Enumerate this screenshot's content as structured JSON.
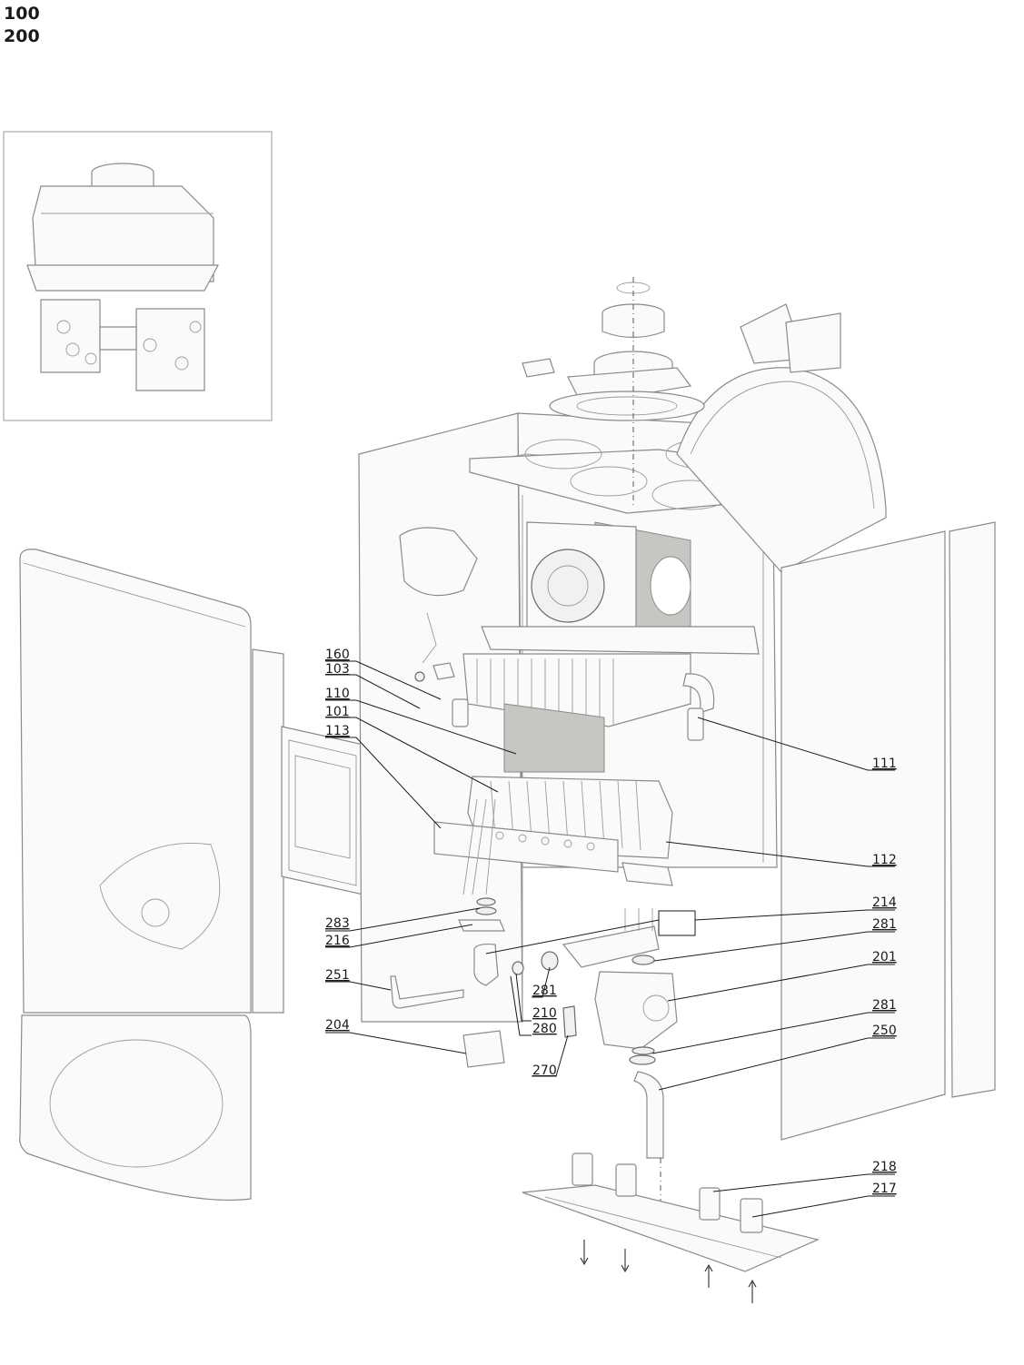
{
  "header": {
    "line1": "100",
    "line2": "200"
  },
  "callouts": {
    "c160": "160",
    "c103": "103",
    "c110": "110",
    "c101": "101",
    "c113": "113",
    "c111": "111",
    "c112": "112",
    "c214": "214",
    "c281a": "281",
    "c283": "283",
    "c216": "216",
    "c201": "201",
    "c251": "251",
    "c281b": "281",
    "c210": "210",
    "c280": "280",
    "c281c": "281",
    "c204": "204",
    "c250": "250",
    "c270": "270",
    "c218": "218",
    "c217": "217"
  }
}
